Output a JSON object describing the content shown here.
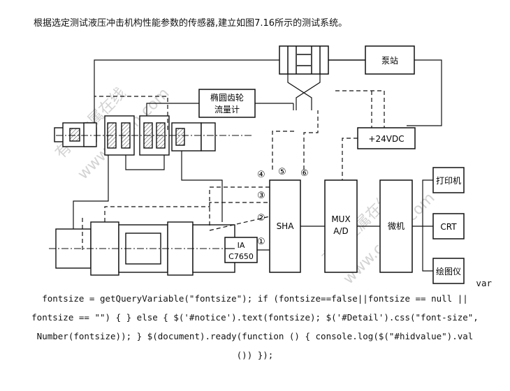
{
  "intro": "根据选定测试液压冲击机构性能参数的传感器,建立如图7.16所示的测试系统。",
  "diagram": {
    "pump": "泵站",
    "flowmeter_line1": "椭圆齿轮",
    "flowmeter_line2": "流量计",
    "power": "+24VDC",
    "ia_line1": "IA",
    "ia_line2": "C7650",
    "sha": "SHA",
    "mux_line1": "MUX",
    "mux_line2": "A/D",
    "micro": "微机",
    "printer": "打印机",
    "crt": "CRT",
    "plotter": "绘图仪",
    "ch1": "①",
    "ch2": "②",
    "ch3": "③",
    "ch4": "④",
    "ch5": "⑤",
    "ch6": "⑥",
    "watermark1": "有色金属在线",
    "watermark2": "www.cnmn.com",
    "watermark3": "有色金属在线",
    "watermark4": "www.cnmn.com"
  },
  "code": {
    "line1": "var",
    "line2": "fontsize = getQueryVariable(\"fontsize\"); if (fontsize==false||fontsize == null ||",
    "line3": "fontsize == \"\") { } else { $('#notice').text(fontsize); $('#Detail').css(\"font-size\",",
    "line4": "Number(fontsize)); } $(document).ready(function () { console.log($(\"#hidvalue\").val",
    "line5": "()) });"
  }
}
